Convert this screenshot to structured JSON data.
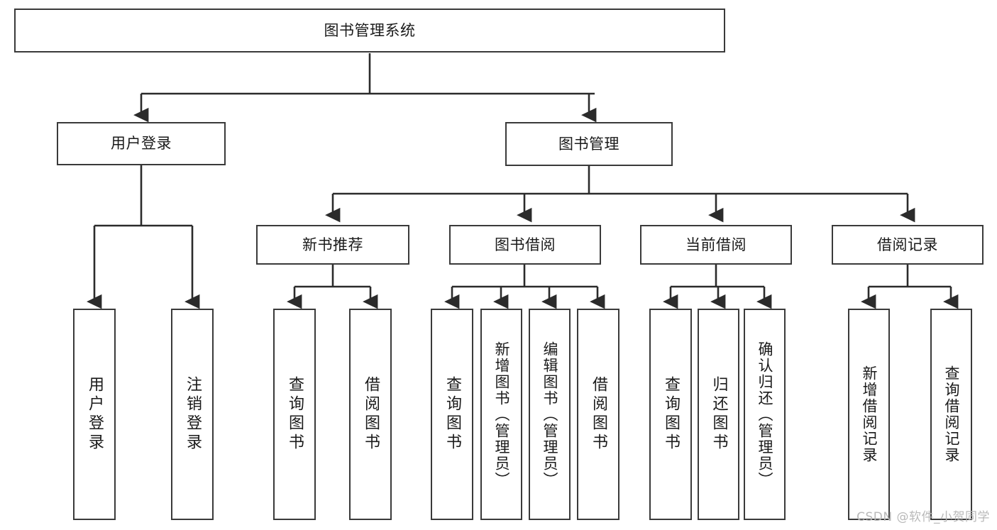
{
  "diagram": {
    "type": "tree",
    "title": "图书管理系统",
    "orientation": "top-down",
    "colors": {
      "background": "#ffffff",
      "box_border": "#3a3a3a",
      "box_fill": "#ffffff",
      "edge": "#2b2b2b",
      "text": "#1a1a1a",
      "watermark": "#b9b9b9"
    },
    "root": {
      "id": "root",
      "label": "图书管理系统"
    },
    "level2": [
      {
        "id": "user-login",
        "label": "用户登录"
      },
      {
        "id": "book-manage",
        "label": "图书管理"
      }
    ],
    "level3": [
      {
        "id": "new-book-rec",
        "label": "新书推荐",
        "parent": "book-manage"
      },
      {
        "id": "book-borrow",
        "label": "图书借阅",
        "parent": "book-manage"
      },
      {
        "id": "current-borrow",
        "label": "当前借阅",
        "parent": "book-manage"
      },
      {
        "id": "borrow-record",
        "label": "借阅记录",
        "parent": "book-manage"
      }
    ],
    "leaves": [
      {
        "id": "leaf-user-login",
        "label": "用户登录",
        "parent": "user-login"
      },
      {
        "id": "leaf-logout-login",
        "label": "注销登录",
        "parent": "user-login"
      },
      {
        "id": "leaf-query-book-1",
        "label": "查询图书",
        "parent": "new-book-rec"
      },
      {
        "id": "leaf-borrow-book-1",
        "label": "借阅图书",
        "parent": "new-book-rec"
      },
      {
        "id": "leaf-query-book-2",
        "label": "查询图书",
        "parent": "book-borrow"
      },
      {
        "id": "leaf-add-book",
        "label": "新增图书（管理员）",
        "parent": "book-borrow"
      },
      {
        "id": "leaf-edit-book",
        "label": "编辑图书（管理员）",
        "parent": "book-borrow"
      },
      {
        "id": "leaf-borrow-book-2",
        "label": "借阅图书",
        "parent": "book-borrow"
      },
      {
        "id": "leaf-query-book-3",
        "label": "查询图书",
        "parent": "current-borrow"
      },
      {
        "id": "leaf-return-book",
        "label": "归还图书",
        "parent": "current-borrow"
      },
      {
        "id": "leaf-confirm-return",
        "label": "确认归还（管理员）",
        "parent": "current-borrow"
      },
      {
        "id": "leaf-add-record",
        "label": "新增借阅记录",
        "parent": "borrow-record"
      },
      {
        "id": "leaf-query-record",
        "label": "查询借阅记录",
        "parent": "borrow-record"
      }
    ],
    "watermark": "CSDN @软件_小贺同学"
  }
}
